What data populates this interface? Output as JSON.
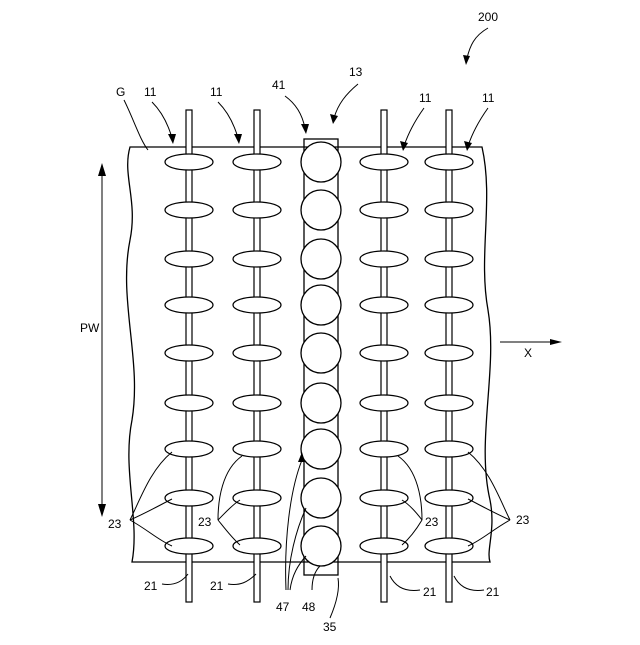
{
  "labels": {
    "figure_number": "200",
    "device_ref": "13",
    "substrate": "G",
    "roller_group": "11",
    "nozzle_41": "41",
    "width": "PW",
    "direction": "X",
    "pads": "23",
    "shafts": "21",
    "ref_47": "47",
    "ref_48": "48",
    "ref_35": "35"
  },
  "structure": {
    "rows_per_shaft": 9,
    "shaft_columns": 4,
    "central_rollers": 9
  }
}
